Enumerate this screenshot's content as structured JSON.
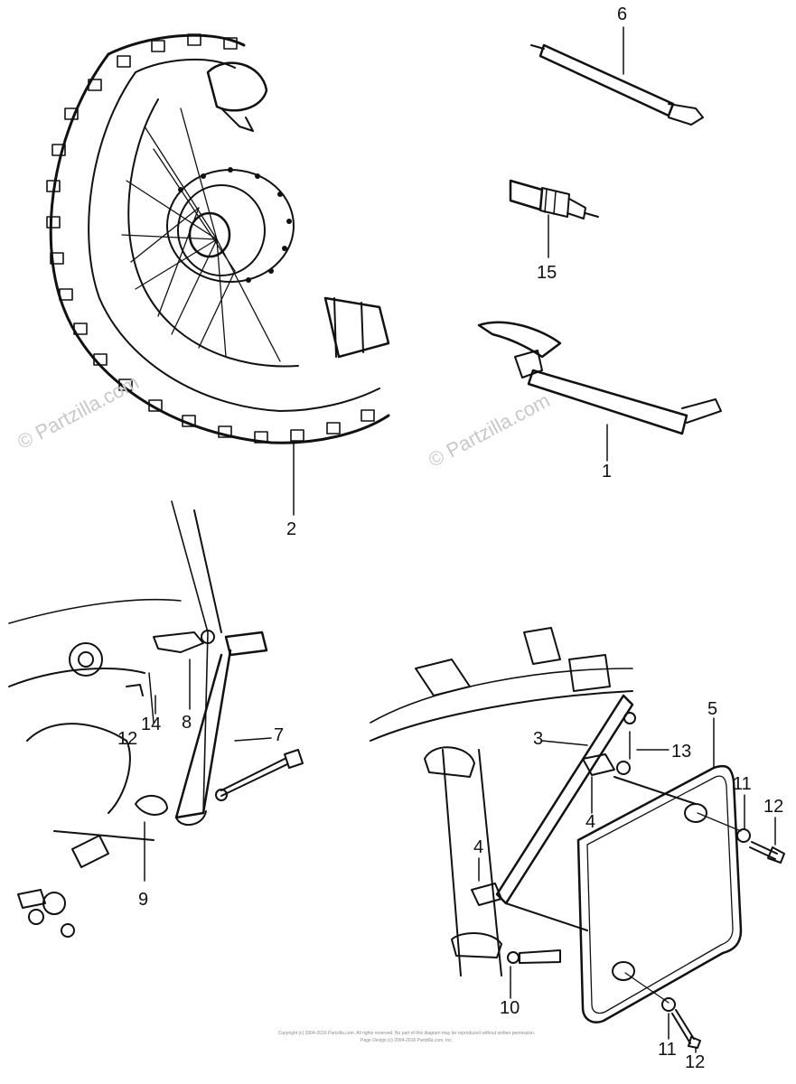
{
  "diagram": {
    "callouts": {
      "c1": "1",
      "c2": "2",
      "c3": "3",
      "c4a": "4",
      "c4b": "4",
      "c5": "5",
      "c6": "6",
      "c7": "7",
      "c8": "8",
      "c9": "9",
      "c10": "10",
      "c11a": "11",
      "c11b": "11",
      "c12a": "12",
      "c12b": "12",
      "c12c": "12",
      "c13": "13",
      "c14": "14",
      "c15": "15"
    },
    "watermarks": {
      "w1": "© Partzilla.com",
      "w2": "© Partzilla.com"
    },
    "footer": {
      "line1": "Copyright (c) 2004-2016 Partzilla.com. All rights reserved. No part of this diagram may be reproduced without written permission.",
      "line2": "Page Design (c) 2004-2016 Partzilla.com, Inc."
    }
  }
}
